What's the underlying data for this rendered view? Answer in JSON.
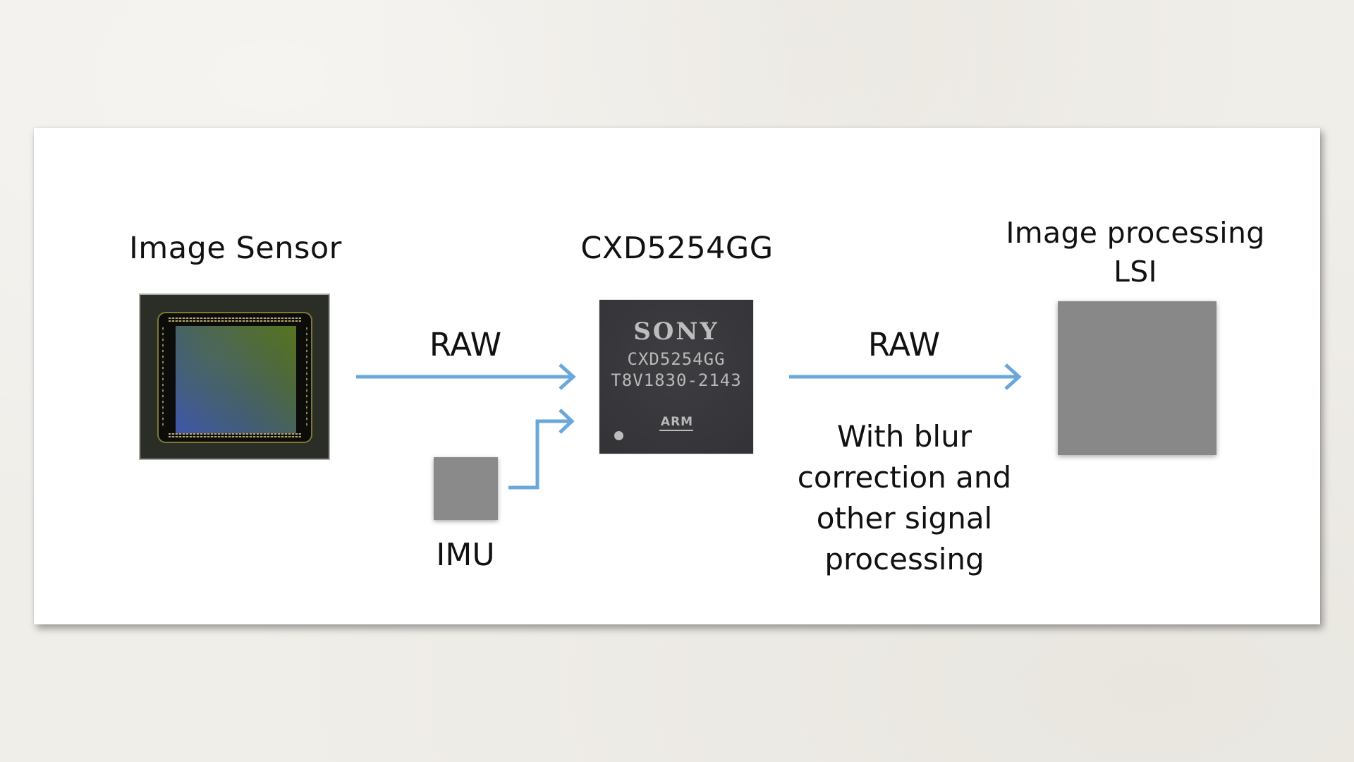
{
  "diagram": {
    "components": {
      "image_sensor": {
        "label": "Image Sensor"
      },
      "chip": {
        "label": "CXD5254GG",
        "marking_brand": "SONY",
        "marking_model": "CXD5254GG",
        "marking_lot": "T8V1830-2143",
        "marking_logo": "ARM"
      },
      "imu": {
        "label": "IMU"
      },
      "lsi": {
        "label": "Image processing LSI"
      }
    },
    "connections": [
      {
        "from": "Image Sensor",
        "to": "CXD5254GG",
        "label": "RAW"
      },
      {
        "from": "IMU",
        "to": "CXD5254GG",
        "label": ""
      },
      {
        "from": "CXD5254GG",
        "to": "Image processing LSI",
        "label": "RAW",
        "note": "With blur correction and other signal processing"
      }
    ],
    "colors": {
      "arrow": "#6aa8dc",
      "placeholder_block": "#888888",
      "chip_body": "#39393d",
      "panel": "#ffffff",
      "background": "#f0eee9"
    }
  }
}
